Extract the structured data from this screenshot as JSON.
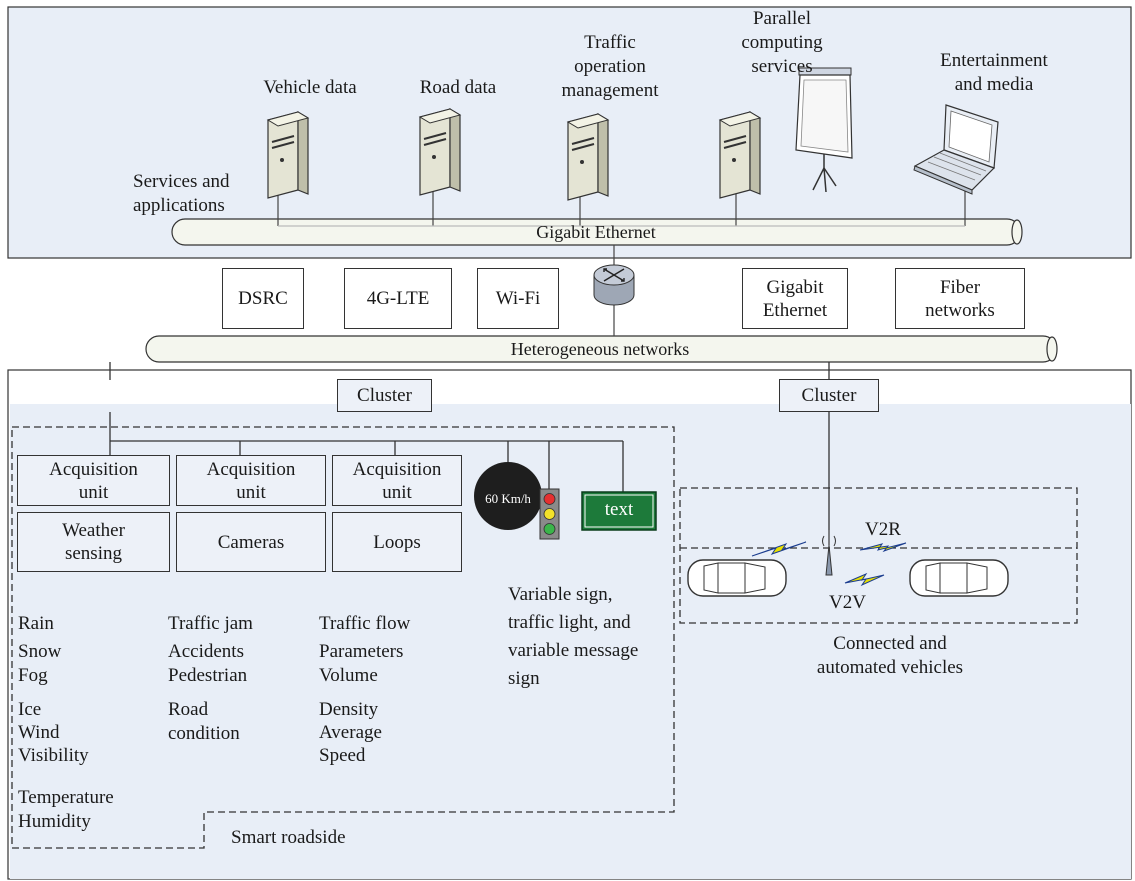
{
  "colors": {
    "panel_bg": "#e8eef7",
    "pipe_fill": "#f4f6ee",
    "unit_box_bg": "#edf1f8",
    "sign_green": "#1d7a3a",
    "lightning": "#e8e000"
  },
  "top_panel": {
    "services_label": "Services and\napplications",
    "servers": [
      {
        "label": "Vehicle data"
      },
      {
        "label": "Road data"
      },
      {
        "label": "Traffic\noperation\nmanagement"
      },
      {
        "label": "Parallel\ncomputing\nservices"
      },
      {
        "label": "Entertainment\nand media"
      }
    ],
    "bus_label": "Gigabit Ethernet"
  },
  "networks": {
    "boxes": [
      "DSRC",
      "4G-LTE",
      "Wi-Fi",
      "Gigabit\nEthernet",
      "Fiber\nnetworks"
    ],
    "bus_label": "Heterogeneous networks",
    "router_icon": "router-icon"
  },
  "bottom_panel": {
    "cluster_left": "Cluster",
    "cluster_right": "Cluster",
    "acquisition_units": [
      "Acquisition\nunit",
      "Acquisition\nunit",
      "Acquisition\nunit"
    ],
    "sensors": [
      "Weather\nsensing",
      "Cameras",
      "Loops"
    ],
    "speed_sign": "60 Km/h",
    "message_sign": "text",
    "sign_caption": "Variable sign,\ntraffic light, and\nvariable message\nsign",
    "weather_list": [
      "Rain",
      "Snow",
      "Fog",
      "Ice",
      "Wind",
      "Visibility",
      "Temperature",
      "Humidity"
    ],
    "camera_list": [
      "Traffic jam",
      "Accidents",
      "Pedestrian",
      "Road\ncondition"
    ],
    "loop_list": [
      "Traffic flow",
      "Parameters",
      "Volume",
      "Density",
      "Average",
      "Speed"
    ],
    "smart_roadside": "Smart roadside",
    "v2r": "V2R",
    "v2v": "V2V",
    "vehicles_caption": "Connected and\nautomated vehicles"
  }
}
